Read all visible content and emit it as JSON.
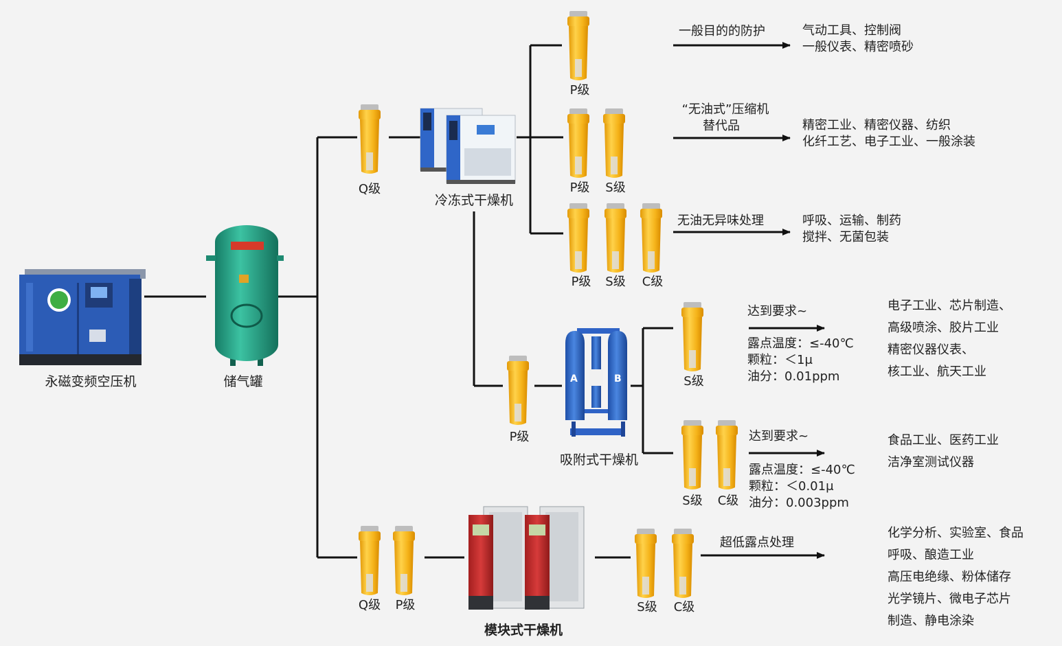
{
  "colors": {
    "line": "#111111",
    "filter_body": "#f2b21a",
    "filter_cap": "#c9c9c9",
    "compressor": "#2f5fb8",
    "tank": "#2aa88c",
    "dryer_white": "#eef2f6",
    "dryer_red": "#c8302f",
    "adsorption_blue": "#2f63c6"
  },
  "equipment": {
    "compressor": "永磁变频空压机",
    "tank": "储气罐",
    "refrigerated_dryer": "冷冻式干燥机",
    "adsorption_dryer": "吸附式干燥机",
    "modular_dryer": "模块式干燥机"
  },
  "filters": {
    "q1": "Q级",
    "r1_p": "P级",
    "r2_p": "P级",
    "r2_s": "S级",
    "r3_p": "P级",
    "r3_s": "S级",
    "r3_c": "C级",
    "p_ads": "P级",
    "a1_s": "S级",
    "a2_s": "S级",
    "a2_c": "C级",
    "m_q": "Q级",
    "m_p": "P级",
    "m_s": "S级",
    "m_c": "C级"
  },
  "adsorption_labels": {
    "a": "A",
    "b": "B"
  },
  "arrow_labels": {
    "r1": "一般目的的防护",
    "r2_line1": "“无油式”压缩机",
    "r2_line2": "替代品",
    "r3": "无油无异味处理",
    "a1": "达到要求~",
    "a2": "达到要求~",
    "m": "超低露点处理"
  },
  "specs": {
    "a1": [
      "露点温度：≤-40℃",
      "颗粒：＜1μ",
      "油分：0.01ppm"
    ],
    "a2": [
      "露点温度：≤-40℃",
      "颗粒：＜0.01μ",
      "油分：0.003ppm"
    ]
  },
  "applications": {
    "r1": [
      "气动工具、控制阀",
      "一般仪表、精密喷砂"
    ],
    "r2": [
      "精密工业、精密仪器、纺织",
      "化纤工艺、电子工业、一般涂装"
    ],
    "r3": [
      "呼吸、运输、制药",
      "搅拌、无菌包装"
    ],
    "a1": [
      "电子工业、芯片制造、",
      "高级喷涂、胶片工业",
      "精密仪器仪表、",
      "核工业、航天工业"
    ],
    "a2": [
      "食品工业、医药工业",
      "洁净室测试仪器"
    ],
    "m": [
      "化学分析、实验室、食品",
      "呼吸、酿造工业",
      "高压电绝缘、粉体储存",
      "光学镜片、微电子芯片",
      "制造、静电涂染"
    ]
  }
}
